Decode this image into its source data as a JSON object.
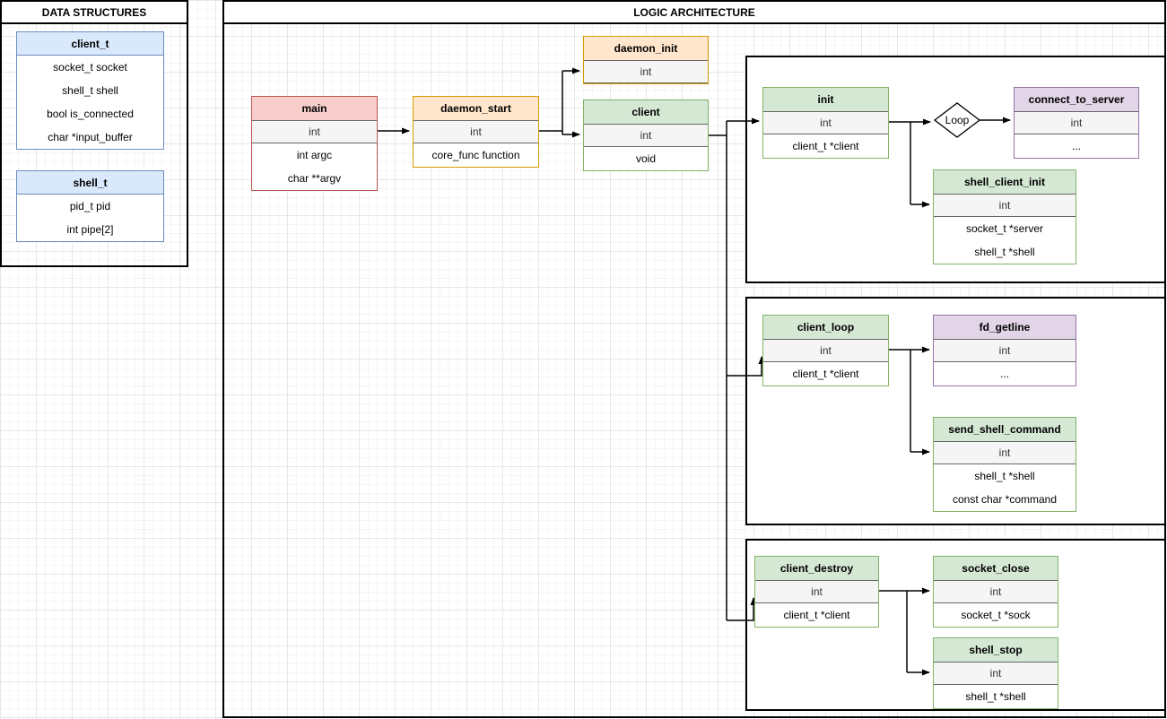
{
  "panels": {
    "data_structures": "DATA STRUCTURES",
    "logic_architecture": "LOGIC ARCHITECTURE"
  },
  "diagram": {
    "loop_label": "Loop"
  },
  "palette": {
    "struct_header_fill": "#dae8fc",
    "struct_header_stroke": "#6c8ebf",
    "main_fill": "#f8cecc",
    "main_stroke": "#b85450",
    "daemon_fill": "#ffe6cc",
    "daemon_stroke": "#d79b00",
    "client_fill": "#d5e8d4",
    "client_stroke": "#82b366",
    "external_fill": "#e1d5e7",
    "external_stroke": "#9673a6",
    "return_row_fill": "#f5f5f5",
    "return_row_stroke": "#666666"
  },
  "nodes": {
    "client_t": {
      "title": "client_t",
      "fields": [
        "socket_t socket",
        "shell_t shell",
        "bool is_connected",
        "char *input_buffer"
      ]
    },
    "shell_t": {
      "title": "shell_t",
      "fields": [
        "pid_t pid",
        "int pipe[2]"
      ]
    },
    "main": {
      "title": "main",
      "ret": "int",
      "params": [
        "int argc",
        "char **argv"
      ]
    },
    "daemon_start": {
      "title": "daemon_start",
      "ret": "int",
      "params": [
        "core_func function"
      ]
    },
    "daemon_init": {
      "title": "daemon_init",
      "ret": "int",
      "params": []
    },
    "client": {
      "title": "client",
      "ret": "int",
      "params": [
        "void"
      ]
    },
    "init": {
      "title": "init",
      "ret": "int",
      "params": [
        "client_t *client"
      ]
    },
    "connect_to_server": {
      "title": "connect_to_server",
      "ret": "int",
      "params": [
        "..."
      ]
    },
    "shell_client_init": {
      "title": "shell_client_init",
      "ret": "int",
      "params": [
        "socket_t *server",
        "shell_t *shell"
      ]
    },
    "client_loop": {
      "title": "client_loop",
      "ret": "int",
      "params": [
        "client_t *client"
      ]
    },
    "fd_getline": {
      "title": "fd_getline",
      "ret": "int",
      "params": [
        "..."
      ]
    },
    "send_shell_command": {
      "title": "send_shell_command",
      "ret": "int",
      "params": [
        "shell_t *shell",
        "const char *command"
      ]
    },
    "client_destroy": {
      "title": "client_destroy",
      "ret": "int",
      "params": [
        "client_t *client"
      ]
    },
    "socket_close": {
      "title": "socket_close",
      "ret": "int",
      "params": [
        "socket_t *sock"
      ]
    },
    "shell_stop": {
      "title": "shell_stop",
      "ret": "int",
      "params": [
        "shell_t *shell"
      ]
    }
  }
}
